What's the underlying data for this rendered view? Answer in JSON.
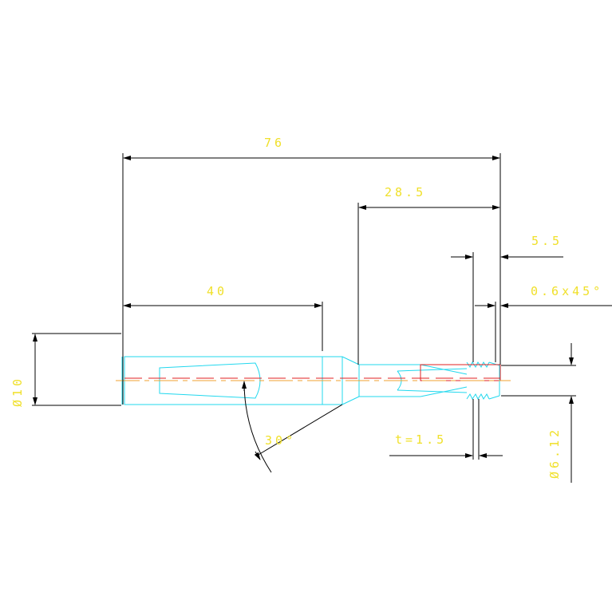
{
  "drawing": {
    "colors": {
      "background": "#ffffff",
      "dimension_text": "#f0e02a",
      "dimension_lines": "#000000",
      "part_outline": "#22d8ee",
      "thread_section": "#e02020",
      "centerline": "#f0a030"
    },
    "dimensions": {
      "overall_length": "76",
      "length_28_5": "28.5",
      "length_5_5": "5.5",
      "chamfer": "0.6x45°",
      "length_40": "40",
      "diameter_10": "Ø10",
      "angle_30": "30°",
      "thread_pitch": "t=1.5",
      "diameter_6_12": "Ø6.12"
    }
  }
}
